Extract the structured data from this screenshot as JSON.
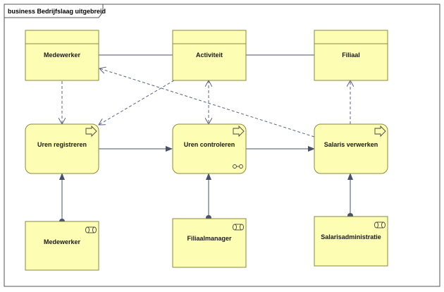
{
  "frame": {
    "title": "business Bedrijfslaag uitgebreid"
  },
  "objects": {
    "medewerker_obj": "Medewerker",
    "activiteit_obj": "Activiteit",
    "filiaal_obj": "Filiaal"
  },
  "processes": {
    "uren_registreren": "Uren registreren",
    "uren_controleren": "Uren controleren",
    "salaris_verwerken": "Salaris verwerken"
  },
  "roles": {
    "medewerker_role": "Medewerker",
    "filiaalmanager_role": "Filiaalmanager",
    "salarisadministratie_role": "Salarisadministratie"
  },
  "colors": {
    "node_fill": "#fdfdb4",
    "node_stroke": "#8a8a3c",
    "line": "#4a5068",
    "dashed": "#5a6080"
  }
}
